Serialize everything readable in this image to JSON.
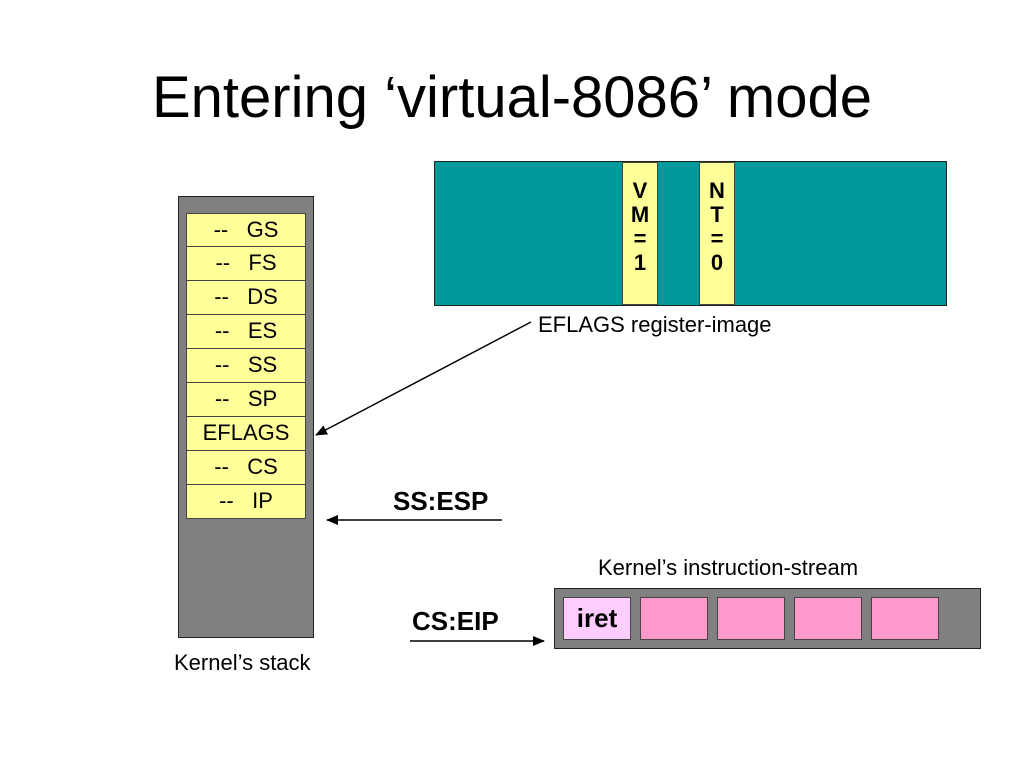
{
  "title": "Entering ‘virtual-8086’ mode",
  "kernel_stack": {
    "caption": "Kernel’s stack",
    "cells": [
      {
        "label": "--   GS"
      },
      {
        "label": "--   FS"
      },
      {
        "label": "--   DS"
      },
      {
        "label": "--   ES"
      },
      {
        "label": "--   SS"
      },
      {
        "label": "--   SP"
      },
      {
        "label": "EFLAGS"
      },
      {
        "label": "--   CS"
      },
      {
        "label": "--   IP"
      }
    ]
  },
  "eflags": {
    "caption": "EFLAGS register-image",
    "vm_bit": [
      "V",
      "M",
      "=",
      "1"
    ],
    "nt_bit": [
      "N",
      "T",
      "=",
      "0"
    ]
  },
  "pointers": {
    "ss_esp": "SS:ESP",
    "cs_eip": "CS:EIP"
  },
  "instruction_stream": {
    "caption": "Kernel’s instruction-stream",
    "first_instruction": "iret"
  },
  "colors": {
    "stack_bg": "#808080",
    "cell_fill": "#ffff99",
    "eflags_fill": "#009999",
    "slot_fill": "#ff99cc",
    "iret_fill": "#ffccff"
  }
}
